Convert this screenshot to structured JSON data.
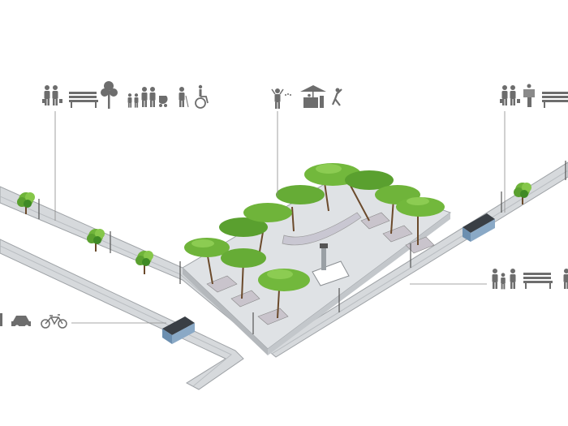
{
  "colors": {
    "paving": "#d9dcdf",
    "paving_edge": "#a9adb1",
    "curb": "#8e9296",
    "tree": "#6fb43a",
    "tree_dark": "#3f8a25",
    "icon": "#6d6d6d",
    "leader_line": "#8a8a8a"
  },
  "icon_groups": [
    {
      "name": "west-street-uses",
      "icons": [
        "couple-shopping-icon",
        "bench-icon",
        "tree-icon",
        "family-icon",
        "stroller-icon",
        "elderly-cane-icon",
        "wheelchair-icon"
      ]
    },
    {
      "name": "plaza-uses",
      "icons": [
        "street-performer-icon",
        "market-stall-icon",
        "dancer-icon"
      ]
    },
    {
      "name": "east-street-uses",
      "icons": [
        "couple-shopping-icon",
        "person-reading-newspaper-icon",
        "bench-icon"
      ]
    },
    {
      "name": "plaza-edge-uses",
      "icons": [
        "family-walking-icon",
        "bench-icon",
        "person-icon"
      ]
    },
    {
      "name": "road-uses",
      "icons": [
        "person-icon",
        "car-icon",
        "bicycle-icon"
      ]
    }
  ]
}
